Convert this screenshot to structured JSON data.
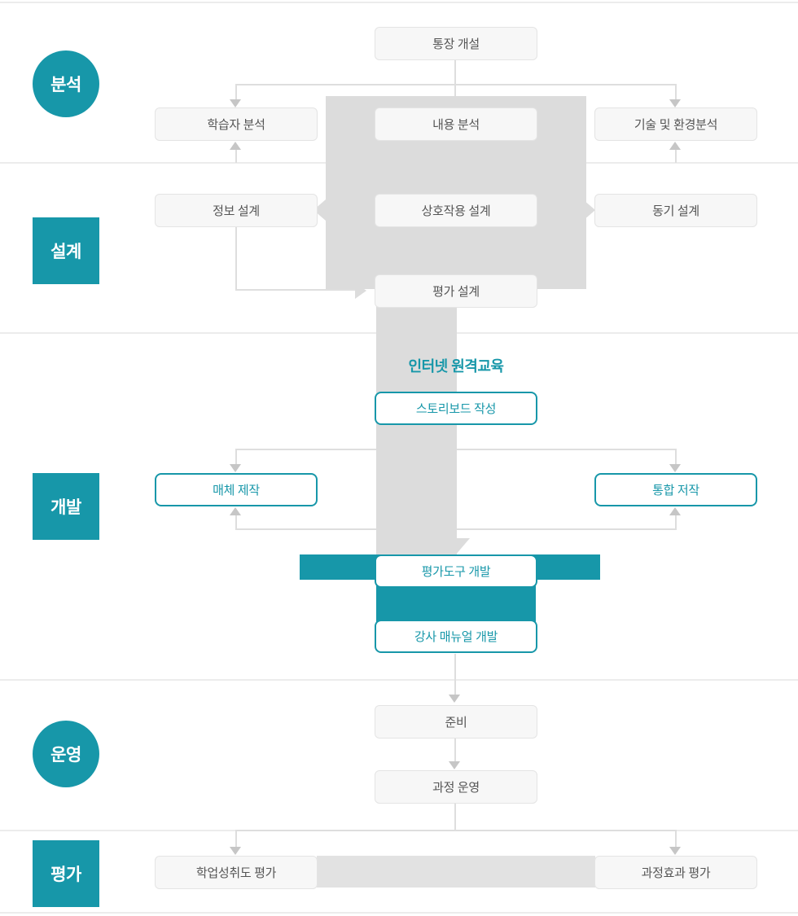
{
  "colors": {
    "accent": "#1797a9",
    "box_bg": "#f7f7f7",
    "box_border": "#e4e4e4",
    "box_text": "#555555",
    "block_gray": "#dcdcdc",
    "band_gray": "#e2e2e2",
    "line": "#dedede",
    "arrow": "#c6c6c6",
    "divider": "#ececec"
  },
  "section_title": "인터넷 원격교육",
  "stages": {
    "analysis": {
      "label": "분석"
    },
    "design": {
      "label": "설계"
    },
    "development": {
      "label": "개발"
    },
    "operation": {
      "label": "운영"
    },
    "evaluation": {
      "label": "평가"
    }
  },
  "nodes": {
    "account_opening": {
      "label": "통장 개설"
    },
    "learner_analysis": {
      "label": "학습자 분석"
    },
    "content_analysis": {
      "label": "내용 분석"
    },
    "tech_env_analysis": {
      "label": "기술 및 환경분석"
    },
    "info_design": {
      "label": "정보 설계"
    },
    "interaction_design": {
      "label": "상호작용 설계"
    },
    "motivation_design": {
      "label": "동기 설계"
    },
    "evaluation_design": {
      "label": "평가 설계"
    },
    "storyboard": {
      "label": "스토리보드 작성"
    },
    "media_production": {
      "label": "매체 제작"
    },
    "integrated_authoring": {
      "label": "통합 저작"
    },
    "evaluation_tool_dev": {
      "label": "평가도구 개발"
    },
    "instructor_manual_dev": {
      "label": "강사 매뉴얼 개발"
    },
    "preparation": {
      "label": "준비"
    },
    "course_operation": {
      "label": "과정 운영"
    },
    "achievement_evaluation": {
      "label": "학업성취도 평가"
    },
    "course_effect_evaluation": {
      "label": "과정효과 평가"
    }
  }
}
